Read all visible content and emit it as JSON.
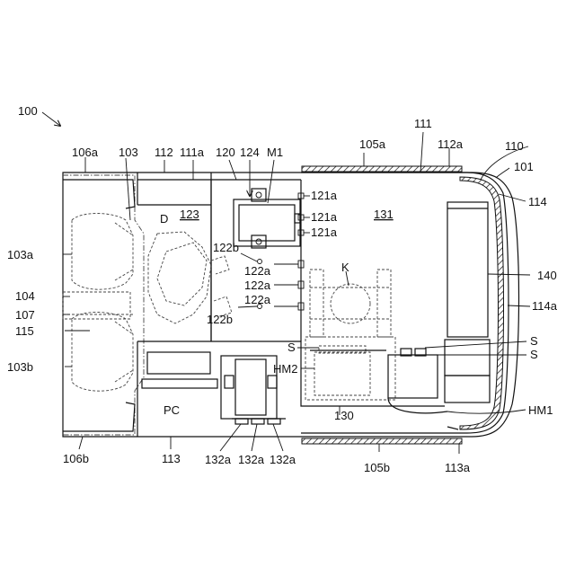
{
  "labels": {
    "l100": "100",
    "l101": "101",
    "l103": "103",
    "l103a": "103a",
    "l103b": "103b",
    "l104": "104",
    "l105a": "105a",
    "l105b": "105b",
    "l106a": "106a",
    "l106b": "106b",
    "l107": "107",
    "l110": "110",
    "l111": "111",
    "l111a": "111a",
    "l112": "112",
    "l112a": "112a",
    "l113": "113",
    "l113a": "113a",
    "l114": "114",
    "l114a": "114a",
    "l115": "115",
    "l120": "120",
    "l121a_1": "121a",
    "l121a_2": "121a",
    "l121a_3": "121a",
    "l122a_1": "122a",
    "l122a_2": "122a",
    "l122a_3": "122a",
    "l122b_1": "122b",
    "l122b_2": "122b",
    "l123": "123",
    "l124": "124",
    "l130": "130",
    "l131": "131",
    "l132a_1": "132a",
    "l132a_2": "132a",
    "l132a_3": "132a",
    "l140": "140",
    "lM1": "M1",
    "lD": "D",
    "lK": "K",
    "lS_1": "S",
    "lS_2": "S",
    "lS_3": "S",
    "lHM1": "HM1",
    "lHM2": "HM2",
    "lPC": "PC"
  }
}
